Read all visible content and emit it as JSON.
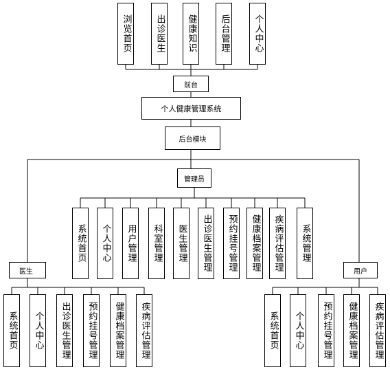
{
  "frontend": {
    "label": "前台",
    "items": [
      "浏览首页",
      "出诊医生",
      "健康知识",
      "后台管理",
      "个人中心"
    ]
  },
  "system": {
    "label": "个人健康管理系统"
  },
  "backend": {
    "label": "后台模块"
  },
  "admin": {
    "label": "管理员",
    "items": [
      "系统首页",
      "个人中心",
      "用户管理",
      "科室管理",
      "医生管理",
      "出诊医生管理",
      "预约挂号管理",
      "健康档案管理",
      "疾病评估管理",
      "系统管理"
    ]
  },
  "doctor": {
    "label": "医生",
    "items": [
      "系统首页",
      "个人中心",
      "出诊医生管理",
      "预约挂号管理",
      "健康档案管理",
      "疾病评估管理"
    ]
  },
  "user": {
    "label": "用户",
    "items": [
      "系统首页",
      "个人中心",
      "预约挂号管理",
      "健康档案管理",
      "疾病评估管理"
    ]
  }
}
